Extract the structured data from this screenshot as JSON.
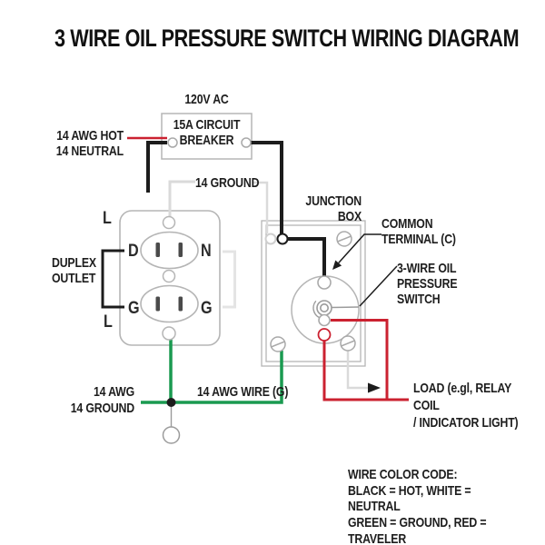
{
  "title": "3 WIRE OIL PRESSURE SWITCH WIRING DIAGRAM",
  "supply": {
    "voltage_label": "120V AC",
    "breaker_label": "15A CIRCUIT\nBREAKER",
    "feed_label": "14 AWG HOT\n14 NEUTRAL"
  },
  "ground_top_label": "14 GROUND",
  "junction_box": {
    "label": "JUNCTION BOX",
    "common_terminal_label": "COMMON\nTERMINAL (C)",
    "switch_label": "3-WIRE OIL PRESSURE\nSWITCH"
  },
  "outlet": {
    "label": "DUPLEX\nOUTLET",
    "terminals": {
      "top_left": "L",
      "hot": "D",
      "neutral": "N",
      "ground_left": "G",
      "ground_right": "G",
      "bottom_left": "L"
    }
  },
  "bottom": {
    "awg_ground_label": "14 AWG\n14 GROUND",
    "ground_wire_label": "14 AWG WIRE (G)",
    "load_label": "LOAD (e.gl, RELAY COIL\n/ INDICATOR LIGHT)"
  },
  "legend": {
    "text": "WIRE COLOR CODE:\nBLACK = HOT, WHITE = NEUTRAL\nGREEN = GROUND, RED = TRAVELER"
  },
  "colors": {
    "black": "#1c1c1c",
    "red": "#cb2130",
    "green": "#1a9a50",
    "white_wire": "#dadada",
    "gray": "#b5b5b5"
  }
}
